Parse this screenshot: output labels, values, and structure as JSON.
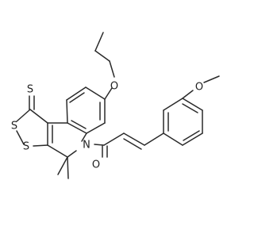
{
  "diagram": {
    "type": "chemical-structure",
    "colors": {
      "background": "#ffffff",
      "bond": "#2a2a2a",
      "label": "#222222"
    },
    "atom_labels": {
      "o_ether": "O",
      "o_methoxy": "O",
      "o_carbonyl": "O",
      "s_thione": "S",
      "s_ring1": "S",
      "s_ring2": "S",
      "n_ring": "N"
    }
  }
}
